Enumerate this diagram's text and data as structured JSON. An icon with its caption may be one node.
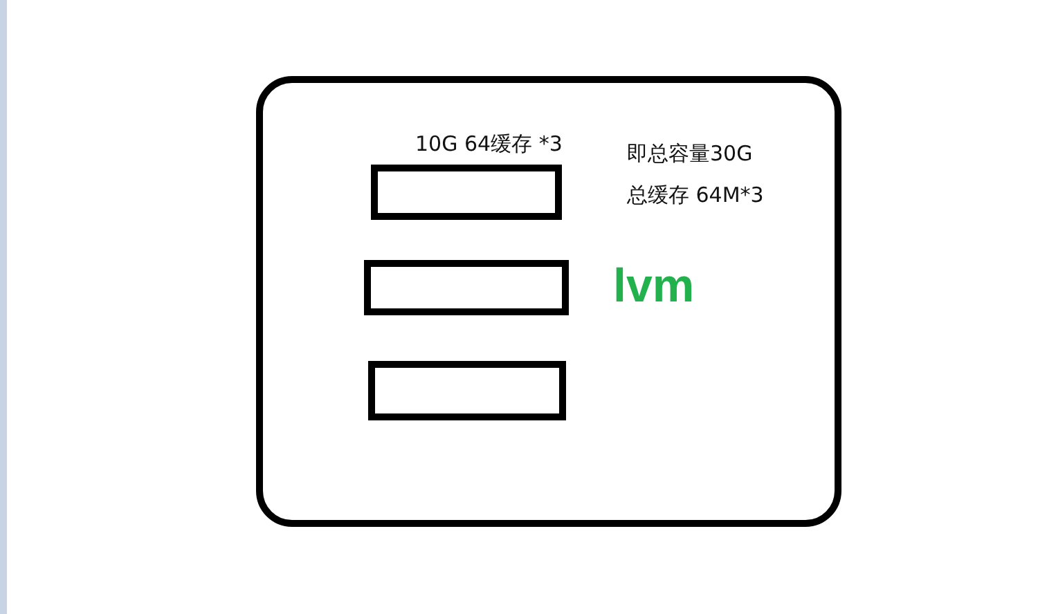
{
  "diagram": {
    "nodes": [
      {
        "text": [
          "即总容量30G",
          "总缓存 64M*3",
          "lvm"
        ]
      },
      {
        "text": [
          "10G 64缓存 *3"
        ],
        "in": 0
      },
      {
        "text": [],
        "shape": "box",
        "in": 0
      },
      {
        "text": [],
        "shape": "box",
        "in": 0
      }
    ]
  }
}
